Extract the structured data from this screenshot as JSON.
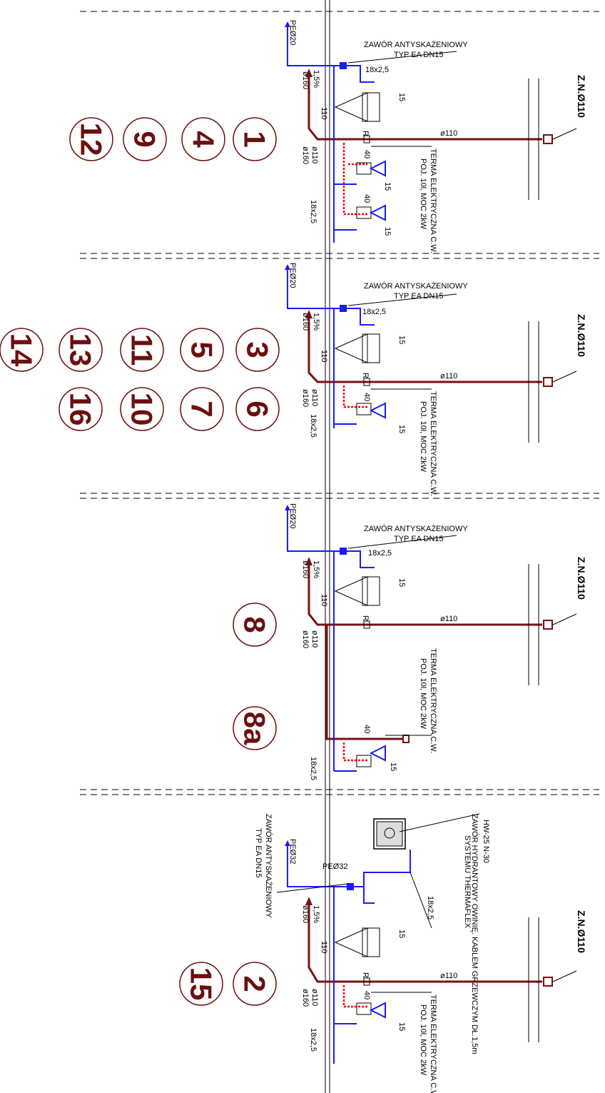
{
  "labels": {
    "pe20": "PEØ20",
    "pe32": "PEØ32",
    "pe32b": "PEØ32",
    "valve_1": "ZAWÓR ANTYSKAŻENIOWY",
    "valve_2": "TYP EA DN15",
    "pipe_18": "18x2,5",
    "d160": "ø160",
    "d110": "ø110",
    "slope": "1,5%",
    "n110": "110",
    "n15": "15",
    "n40": "40",
    "r": "R",
    "zn": "Z.N.Ø110",
    "terma_1": "TERMA ELEKTRYCZNA C.W.",
    "terma_2": "POJ. 10l, MOC 2kW",
    "hydrant_1": "HW-25 N-30",
    "hydrant_2": "ZAWÓR HYDRANTOWY OWINIĘ. KABLEM GRZEWCZYM DŁ.1,5m",
    "hydrant_3": "SYSTEMU THERMAFLEX"
  },
  "bubbles": {
    "p1": [
      "1",
      "4",
      "9",
      "12"
    ],
    "p2a": [
      "3",
      "5",
      "11",
      "13",
      "14"
    ],
    "p2b": [
      "6",
      "7",
      "10",
      "16"
    ],
    "p3a": "8",
    "p3b": "8a",
    "p4": [
      "2",
      "15"
    ]
  },
  "colors": {
    "sewer": "#7a1010",
    "cold_water": "#1a1aff",
    "hot_water": "#ff0000",
    "bubble_text": "#6b0f0f"
  }
}
